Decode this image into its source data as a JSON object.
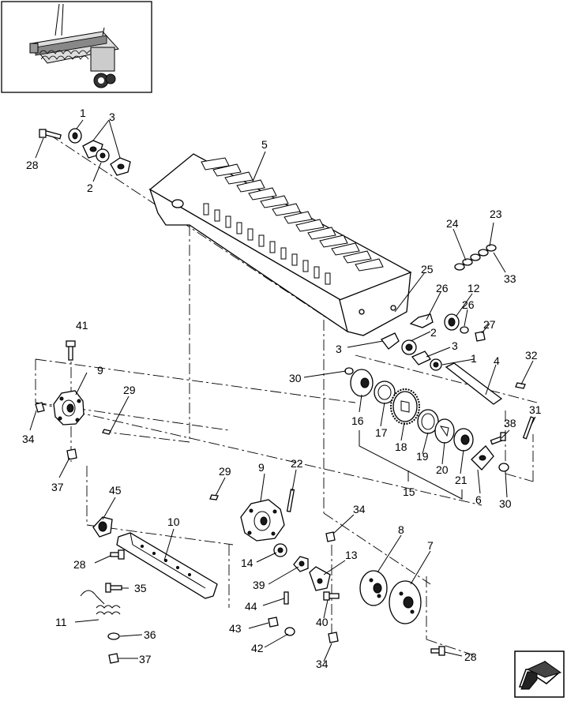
{
  "labels": {
    "l1a": "1",
    "l3a": "3",
    "l28a": "28",
    "l2a": "2",
    "l5": "5",
    "l24": "24",
    "l23": "23",
    "l33": "33",
    "l25": "25",
    "l26a": "26",
    "l12": "12",
    "l26b": "26",
    "l27": "27",
    "l2b": "2",
    "l3b": "3",
    "l3c": "3",
    "l1b": "1",
    "l4": "4",
    "l32": "32",
    "l30a": "30",
    "l41": "41",
    "l9a": "9",
    "l29a": "29",
    "l34a": "34",
    "l37a": "37",
    "l16": "16",
    "l17": "17",
    "l18": "18",
    "l19": "19",
    "l20": "20",
    "l21": "21",
    "l15": "15",
    "l38": "38",
    "l31": "31",
    "l6": "6",
    "l30b": "30",
    "l29b": "29",
    "l9b": "9",
    "l22": "22",
    "l45": "45",
    "l10": "10",
    "l28b": "28",
    "l34b": "34",
    "l8": "8",
    "l7": "7",
    "l13": "13",
    "l14": "14",
    "l39": "39",
    "l35": "35",
    "l11": "11",
    "l44": "44",
    "l40": "40",
    "l36": "36",
    "l43": "43",
    "l42": "42",
    "l37b": "37",
    "l34c": "34",
    "l28c": "28"
  }
}
